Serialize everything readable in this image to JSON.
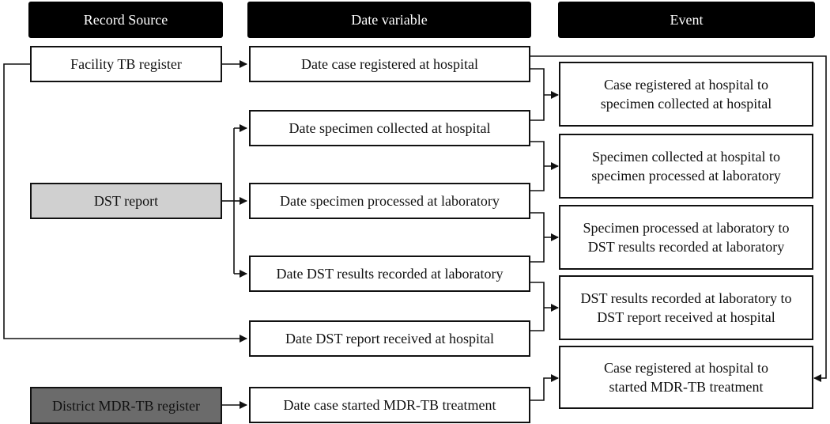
{
  "headers": {
    "record_source": "Record Source",
    "date_variable": "Date variable",
    "event": "Event"
  },
  "sources": {
    "facility_tb_register": "Facility TB register",
    "dst_report": "DST report",
    "district_mdr_tb_register": "District MDR-TB register"
  },
  "date_variables": {
    "case_registered": "Date case registered at hospital",
    "specimen_collected": "Date specimen collected at hospital",
    "specimen_processed": "Date specimen processed at laboratory",
    "dst_results_recorded": "Date DST results recorded at laboratory",
    "dst_report_received": "Date DST report received at hospital",
    "mdr_treatment_started": "Date case started MDR-TB treatment"
  },
  "events": {
    "e1_line1": "Case registered at hospital to",
    "e1_line2": "specimen collected at hospital",
    "e2_line1": "Specimen collected at hospital to",
    "e2_line2": "specimen processed at laboratory",
    "e3_line1": "Specimen processed at laboratory to",
    "e3_line2": "DST results recorded at laboratory",
    "e4_line1": "DST results recorded at laboratory to",
    "e4_line2": "DST report received at hospital",
    "e5_line1": "Case registered at hospital to",
    "e5_line2": "started MDR-TB treatment"
  },
  "colors": {
    "header_bg": "#000000",
    "dst_report_fill": "#d0d0d0",
    "district_register_fill": "#6b6b6b",
    "line": "#111111"
  }
}
